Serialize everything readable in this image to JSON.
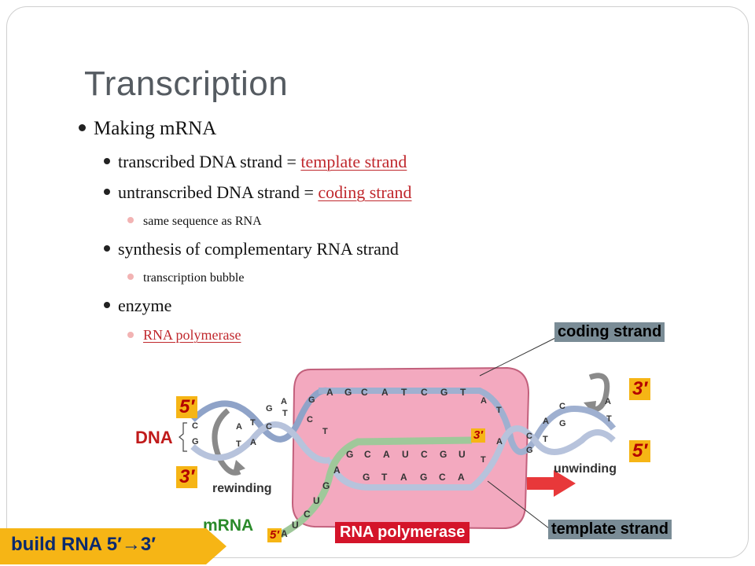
{
  "slide": {
    "title": "Transcription",
    "bullets": [
      {
        "text": "Making mRNA"
      },
      {
        "text": "transcribed DNA strand = ",
        "link": "template strand"
      },
      {
        "text": "untranscribed DNA strand = ",
        "link": "coding strand"
      },
      {
        "text": "same sequence as RNA"
      },
      {
        "text": "synthesis of complementary RNA strand"
      },
      {
        "text": "transcription bubble"
      },
      {
        "text": "enzyme"
      },
      {
        "link": "RNA polymerase"
      }
    ]
  },
  "diagram": {
    "labels": {
      "coding_strand": "coding strand",
      "template_strand": "template strand",
      "dna": "DNA",
      "mrna": "mRNA",
      "rewinding": "rewinding",
      "unwinding": "unwinding",
      "rna_polymerase": "RNA polymerase",
      "five_prime_left": "5′",
      "three_prime_left": "3′",
      "three_prime_right": "3′",
      "five_prime_right": "5′",
      "three_prime_rna": "3′",
      "five_prime_rna": "5′"
    },
    "coding_bases": [
      "A",
      "G",
      "C",
      "A",
      "T",
      "C",
      "G",
      "T"
    ],
    "rna_bases": [
      "G",
      "C",
      "A",
      "U",
      "C",
      "G",
      "U"
    ],
    "template_bases": [
      "G",
      "T",
      "A",
      "G",
      "C",
      "A"
    ],
    "mrna_tail_bases": [
      "A",
      "G",
      "U",
      "C",
      "U",
      "A"
    ],
    "left_helix_bases": [
      "C",
      "G",
      "A",
      "T",
      "T",
      "A",
      "G",
      "C",
      "A",
      "T",
      "G",
      "C",
      "T"
    ],
    "right_helix_bases": [
      "A",
      "T",
      "C",
      "G",
      "A",
      "T",
      "C",
      "G",
      "A",
      "T",
      "A",
      "T"
    ],
    "colors": {
      "polymerase_fill": "#f3a9bf",
      "polymerase_edge": "#c2607c",
      "dna_strand": "#8fa3c8",
      "rna_strand": "#9fc89a",
      "arrow_red": "#e8383a",
      "label_gray": "#7a8c96",
      "prime_yellow": "#f6b515",
      "banner_yellow": "#f6b515"
    }
  },
  "footer": {
    "build_rna": "build RNA 5′→3′"
  }
}
